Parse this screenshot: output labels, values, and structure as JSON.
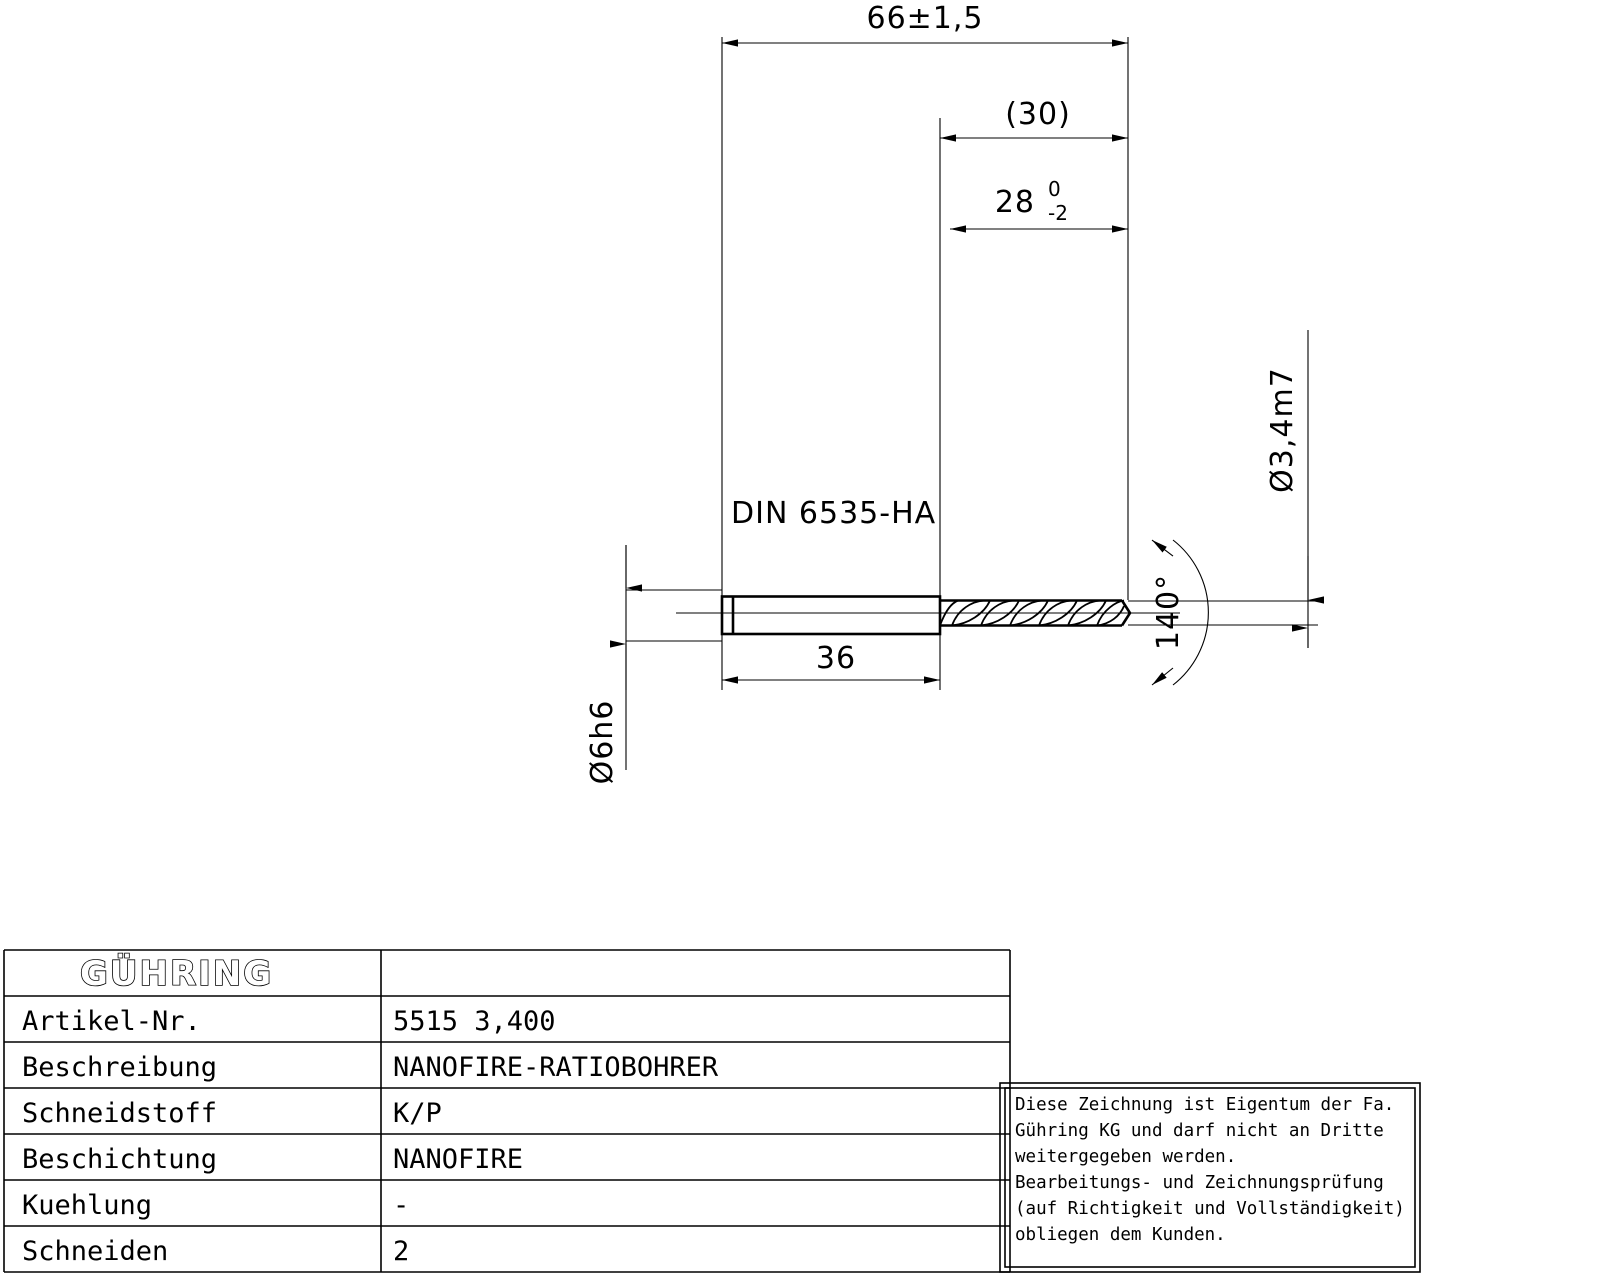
{
  "drawing": {
    "title": "Technical drawing - drill",
    "dimensions": {
      "overall_length": "66±1,5",
      "flute_length_ref": "(30)",
      "usable_length_value": "28",
      "usable_tol_upper": "0",
      "usable_tol_lower": "-2",
      "shank_length": "36",
      "point_angle": "140°",
      "shank_diameter": "Ø6h6",
      "cutting_diameter": "Ø3,4m7",
      "shank_standard": "DIN 6535-HA"
    }
  },
  "title_block": {
    "logo": "GÜHRING",
    "rows": [
      {
        "label": "Artikel-Nr.",
        "value": "5515 3,400"
      },
      {
        "label": "Beschreibung",
        "value": "NANOFIRE-RATIOBOHRER"
      },
      {
        "label": "Schneidstoff",
        "value": "K/P"
      },
      {
        "label": "Beschichtung",
        "value": "NANOFIRE"
      },
      {
        "label": "Kuehlung",
        "value": "-"
      },
      {
        "label": "Schneiden",
        "value": "2"
      }
    ]
  },
  "notice": {
    "lines": [
      "Diese Zeichnung ist Eigentum der Fa.",
      "Gühring KG und darf nicht an Dritte",
      "weitergegeben werden.",
      "Bearbeitungs- und Zeichnungsprüfung",
      "(auf Richtigkeit und Vollständigkeit)",
      "obliegen dem Kunden."
    ]
  },
  "colors": {
    "line": "#000000",
    "background": "#ffffff"
  }
}
